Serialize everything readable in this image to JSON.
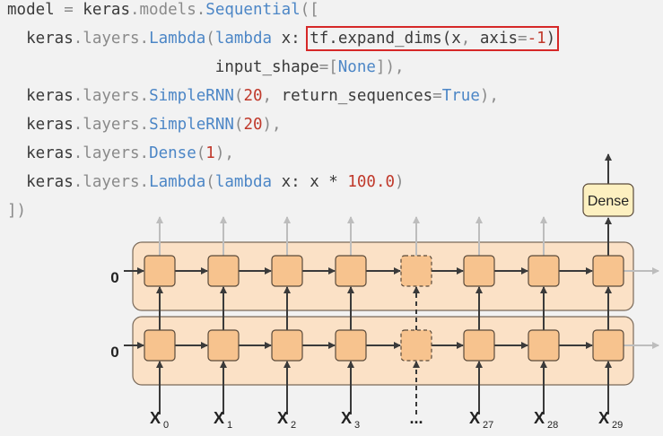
{
  "code": {
    "line1": [
      "model",
      " = ",
      "keras",
      ".",
      "models",
      ".",
      "Sequential",
      "([",
      "",
      "",
      "",
      "",
      "",
      "",
      ""
    ],
    "l1": {
      "a": "model",
      "b": " = ",
      "c": "keras",
      "d": ".models.",
      "e": "Sequential",
      "f": "(["
    },
    "l2": {
      "a": "  keras",
      "b": ".layers.",
      "c": "Lambda",
      "d": "(",
      "e": "lambda",
      "f": " x:",
      "g": "tf",
      "h": ".expand_dims(",
      "i": "x",
      "j": ", ",
      "k": "axis",
      "l": "=",
      "m": "-1",
      "n": ")"
    },
    "l3": {
      "a": "                      input_shape",
      "b": "=[",
      "c": "None",
      "d": "]),"
    },
    "l4": {
      "a": "  keras",
      "b": ".layers.",
      "c": "SimpleRNN",
      "d": "(",
      "e": "20",
      "f": ", ",
      "g": "return_sequences",
      "h": "=",
      "i": "True",
      "j": "),"
    },
    "l5": {
      "a": "  keras",
      "b": ".layers.",
      "c": "SimpleRNN",
      "d": "(",
      "e": "20",
      "f": "),"
    },
    "l6": {
      "a": "  keras",
      "b": ".layers.",
      "c": "Dense",
      "d": "(",
      "e": "1",
      "f": "),"
    },
    "l7": {
      "a": "  keras",
      "b": ".layers.",
      "c": "Lambda",
      "d": "(",
      "e": "lambda",
      "f": " x: x * ",
      "g": "100.0",
      "h": ")"
    },
    "l8": {
      "a": "])"
    }
  },
  "diagram": {
    "dense_label": "Dense",
    "initial_state_top": "0",
    "initial_state_bottom": "0",
    "inputs": [
      {
        "base": "X",
        "sub": "0"
      },
      {
        "base": "X",
        "sub": "1"
      },
      {
        "base": "X",
        "sub": "2"
      },
      {
        "base": "X",
        "sub": "3"
      },
      {
        "base": "...",
        "sub": ""
      },
      {
        "base": "X",
        "sub": "27"
      },
      {
        "base": "X",
        "sub": "28"
      },
      {
        "base": "X",
        "sub": "29"
      }
    ],
    "colors": {
      "layer_fill": "#fbe1c6",
      "layer_stroke": "#7a6a5a",
      "cell_fill": "#f7c38e",
      "cell_stroke": "#5a4a3a",
      "dense_fill": "#fdf0c0",
      "arrow_dark": "#3a3a3a",
      "arrow_light": "#bdbdbd"
    }
  }
}
